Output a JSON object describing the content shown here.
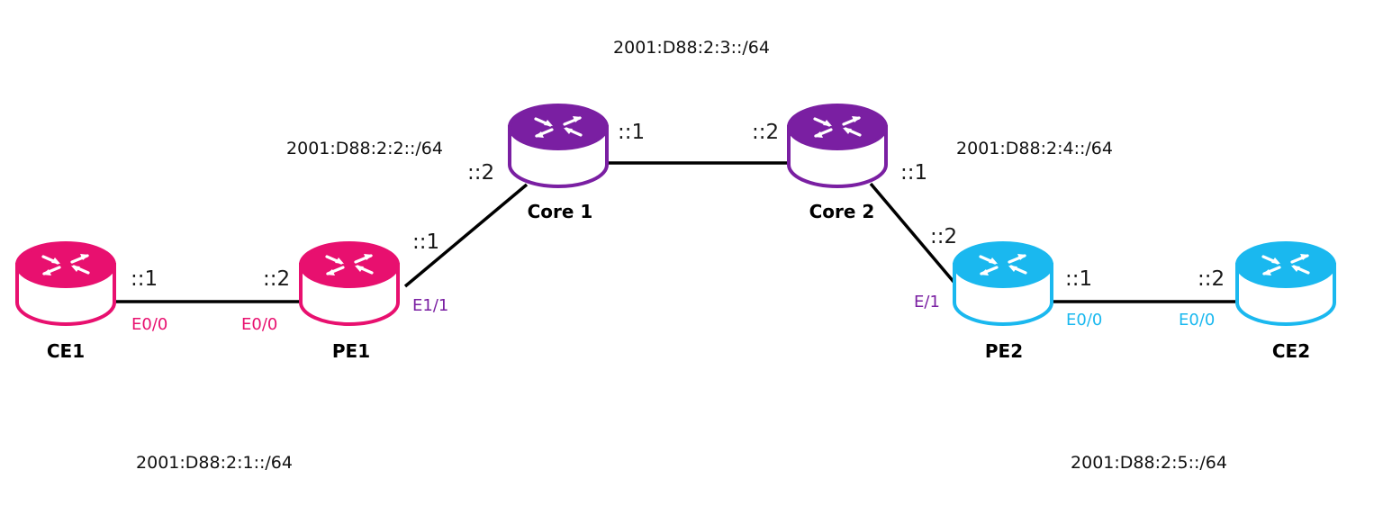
{
  "colors": {
    "edge": "#e8106f",
    "core": "#7a1fa2",
    "far": "#1ab8ef",
    "link": "#000000"
  },
  "routers": [
    {
      "id": "ce1",
      "name": "CE1",
      "color": "edge"
    },
    {
      "id": "pe1",
      "name": "PE1",
      "color": "edge"
    },
    {
      "id": "core1",
      "name": "Core 1",
      "color": "core"
    },
    {
      "id": "core2",
      "name": "Core 2",
      "color": "core"
    },
    {
      "id": "pe2",
      "name": "PE2",
      "color": "far"
    },
    {
      "id": "ce2",
      "name": "CE2",
      "color": "far"
    }
  ],
  "links": [
    {
      "from": "ce1",
      "to": "pe1"
    },
    {
      "from": "pe1",
      "to": "core1"
    },
    {
      "from": "core1",
      "to": "core2"
    },
    {
      "from": "core2",
      "to": "pe2"
    },
    {
      "from": "pe2",
      "to": "ce2"
    }
  ],
  "subnets": {
    "ce1_pe1": "2001:D88:2:1::/64",
    "pe1_core1": "2001:D88:2:2::/64",
    "core1_core2": "2001:D88:2:3::/64",
    "core2_pe2": "2001:D88:2:4::/64",
    "pe2_ce2": "2001:D88:2:5::/64"
  },
  "addresses": {
    "ce1_side": "::1",
    "pe1_to_ce1": "::2",
    "pe1_to_core1": "::1",
    "core1_to_pe1": "::2",
    "core1_to_core2": "::1",
    "core2_to_core1": "::2",
    "core2_to_pe2": "::1",
    "pe2_to_core2": "::2",
    "pe2_to_ce2": "::1",
    "ce2_side": "::2"
  },
  "interfaces": {
    "ce1_e0": "E0/0",
    "pe1_e0": "E0/0",
    "pe1_e11": "E1/1",
    "pe2_e1": "E/1",
    "pe2_e0": "E0/0",
    "ce2_e0": "E0/0"
  }
}
